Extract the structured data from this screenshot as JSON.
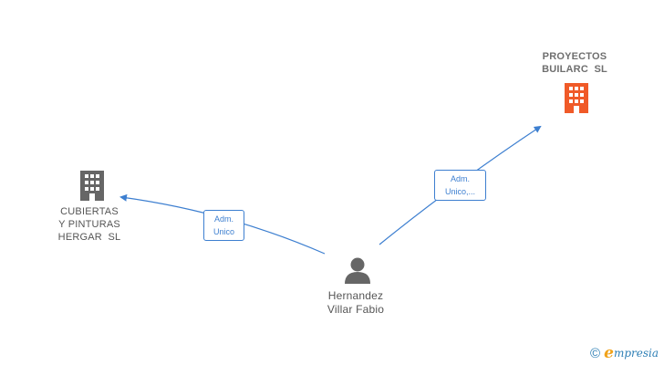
{
  "nodes": {
    "company_left": {
      "label": "CUBIERTAS\nY PINTURAS\nHERGAR  SL",
      "icon": "building-icon",
      "color": "#666666"
    },
    "company_right": {
      "label": "PROYECTOS\nBUILARC  SL",
      "icon": "building-icon",
      "color": "#f05a28"
    },
    "person": {
      "label": "Hernandez\nVillar Fabio",
      "icon": "person-icon",
      "color": "#666666"
    }
  },
  "edges": [
    {
      "from": "person",
      "to": "company_left",
      "label_line1": "Adm.",
      "label_line2": "Unico"
    },
    {
      "from": "person",
      "to": "company_right",
      "label_line1": "Adm.",
      "label_line2": "Unico,..."
    }
  ],
  "footer": {
    "copyright": "©",
    "brand_first": "e",
    "brand_rest": "mpresia"
  },
  "colors": {
    "edge": "#3d7fd0",
    "accent": "#f05a28",
    "brand_blue": "#2d7fb5",
    "brand_orange": "#f0a21a"
  }
}
